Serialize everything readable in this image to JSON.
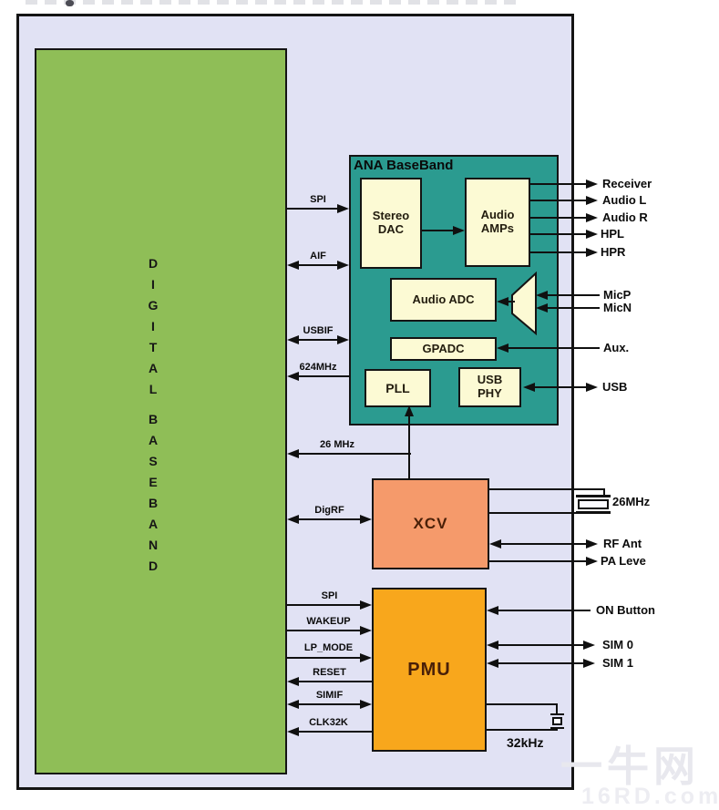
{
  "digital_baseband": {
    "word1": "DIGITAL",
    "word2": "BASEBAND"
  },
  "ana_baseband": {
    "title": "ANA BaseBand",
    "stereo_dac": "Stereo\nDAC",
    "audio_amps": "Audio\nAMPs",
    "audio_adc": "Audio ADC",
    "gpadc": "GPADC",
    "pll": "PLL",
    "usb_phy": "USB\nPHY"
  },
  "xcv": {
    "label": "XCV"
  },
  "pmu": {
    "label": "PMU"
  },
  "left_signals": {
    "spi_ana": "SPI",
    "aif": "AIF",
    "usbif": "USBIF",
    "clk624": "624MHz",
    "clk26": "26 MHz",
    "digrf": "DigRF",
    "spi_pmu": "SPI",
    "wakeup": "WAKEUP",
    "lp_mode": "LP_MODE",
    "reset": "RESET",
    "simif": "SIMIF",
    "clk32k": "CLK32K"
  },
  "right_ports": {
    "receiver": "Receiver",
    "audio_l": "Audio L",
    "audio_r": "Audio R",
    "hpl": "HPL",
    "hpr": "HPR",
    "micp": "MicP",
    "micn": "MicN",
    "aux": "Aux.",
    "usb": "USB",
    "xtal26": "26MHz",
    "rf_ant": "RF Ant",
    "pa_level": "PA Leve",
    "on_button": "ON Button",
    "sim0": "SIM 0",
    "sim1": "SIM 1",
    "xtal32": "32kHz"
  },
  "watermark": {
    "line1": "一牛网",
    "line2": "16RD.com"
  },
  "colors": {
    "background": "#ffffff",
    "panel_fill": "#e1e2f4",
    "digital_green": "#8fbe57",
    "ana_teal": "#2b9b90",
    "block_cream": "#fcfad4",
    "xcv_orange": "#f59a6b",
    "pmu_amber": "#f8a71c",
    "line": "#101010"
  }
}
